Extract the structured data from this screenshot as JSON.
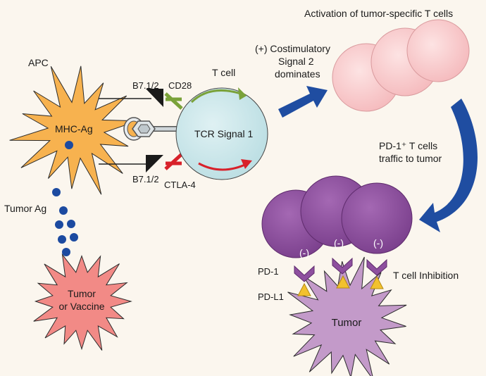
{
  "labels": {
    "activation": "Activation of tumor-specific T cells",
    "costim_1": "(+) Costimulatory",
    "costim_2": "Signal 2",
    "costim_3": "dominates",
    "apc": "APC",
    "b71_top": "B7.1/2",
    "cd28": "CD28",
    "tcell": "T cell",
    "mhc_ag": "MHC-Ag",
    "tcr_signal": "TCR Signal 1",
    "b71_bottom": "B7.1/2",
    "ctla4": "CTLA-4",
    "pd1_traffic_1": "PD-1⁺ T cells",
    "pd1_traffic_2": "traffic to tumor",
    "tumor_ag": "Tumor Ag",
    "tumor_vaccine_1": "Tumor",
    "tumor_vaccine_2": "or Vaccine",
    "pd1": "PD-1",
    "pdl1": "PD-L1",
    "tcell_inhibition": "T cell Inhibition",
    "tumor": "Tumor",
    "neg_1": "(-)",
    "neg_2": "(-)",
    "neg_3": "(-)"
  },
  "colors": {
    "background": "#fbf6ee",
    "apc_star": "#f7b24f",
    "tcell_body": "#c6e4e8",
    "activated_cells": "#f7c7c9",
    "inhibited_cells": "#8e4f9f",
    "tumor_star": "#c39ac9",
    "vaccine_star": "#f28a86",
    "arrow_blue": "#1f4da1",
    "cd28_green": "#7aa23a",
    "ctla4_red": "#d8212a",
    "pdl1_yellow": "#f2c12e",
    "pd1_purple": "#8e4f9f",
    "antigen_dots": "#1c4aa0"
  }
}
